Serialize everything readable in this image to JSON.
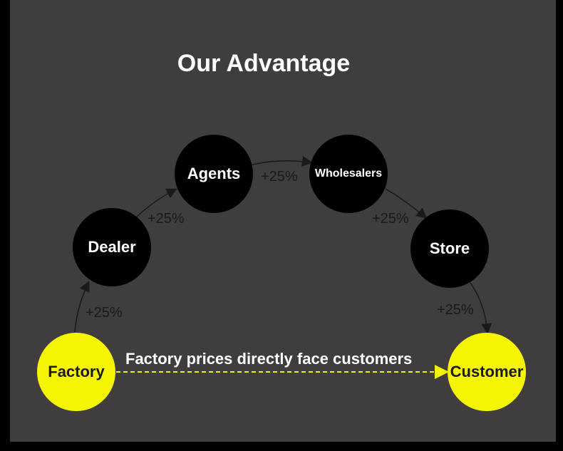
{
  "title": "Our Advantage",
  "nodes": {
    "factory": "Factory",
    "dealer": "Dealer",
    "agents": "Agents",
    "wholesalers": "Wholesalers",
    "store": "Store",
    "customer": "Customer"
  },
  "markups": {
    "factory_dealer": "+25%",
    "dealer_agents": "+25%",
    "agents_wholesalers": "+25%",
    "wholesalers_store": "+25%",
    "store_customer": "+25%"
  },
  "direct_caption": "Factory prices directly face customers",
  "colors": {
    "background": "#3f3d3e",
    "frame": "#000000",
    "node_dark": "#000000",
    "node_highlight": "#f5f500",
    "direct_arrow": "#f5f500",
    "chain_arrow": "#1a1a1a"
  }
}
